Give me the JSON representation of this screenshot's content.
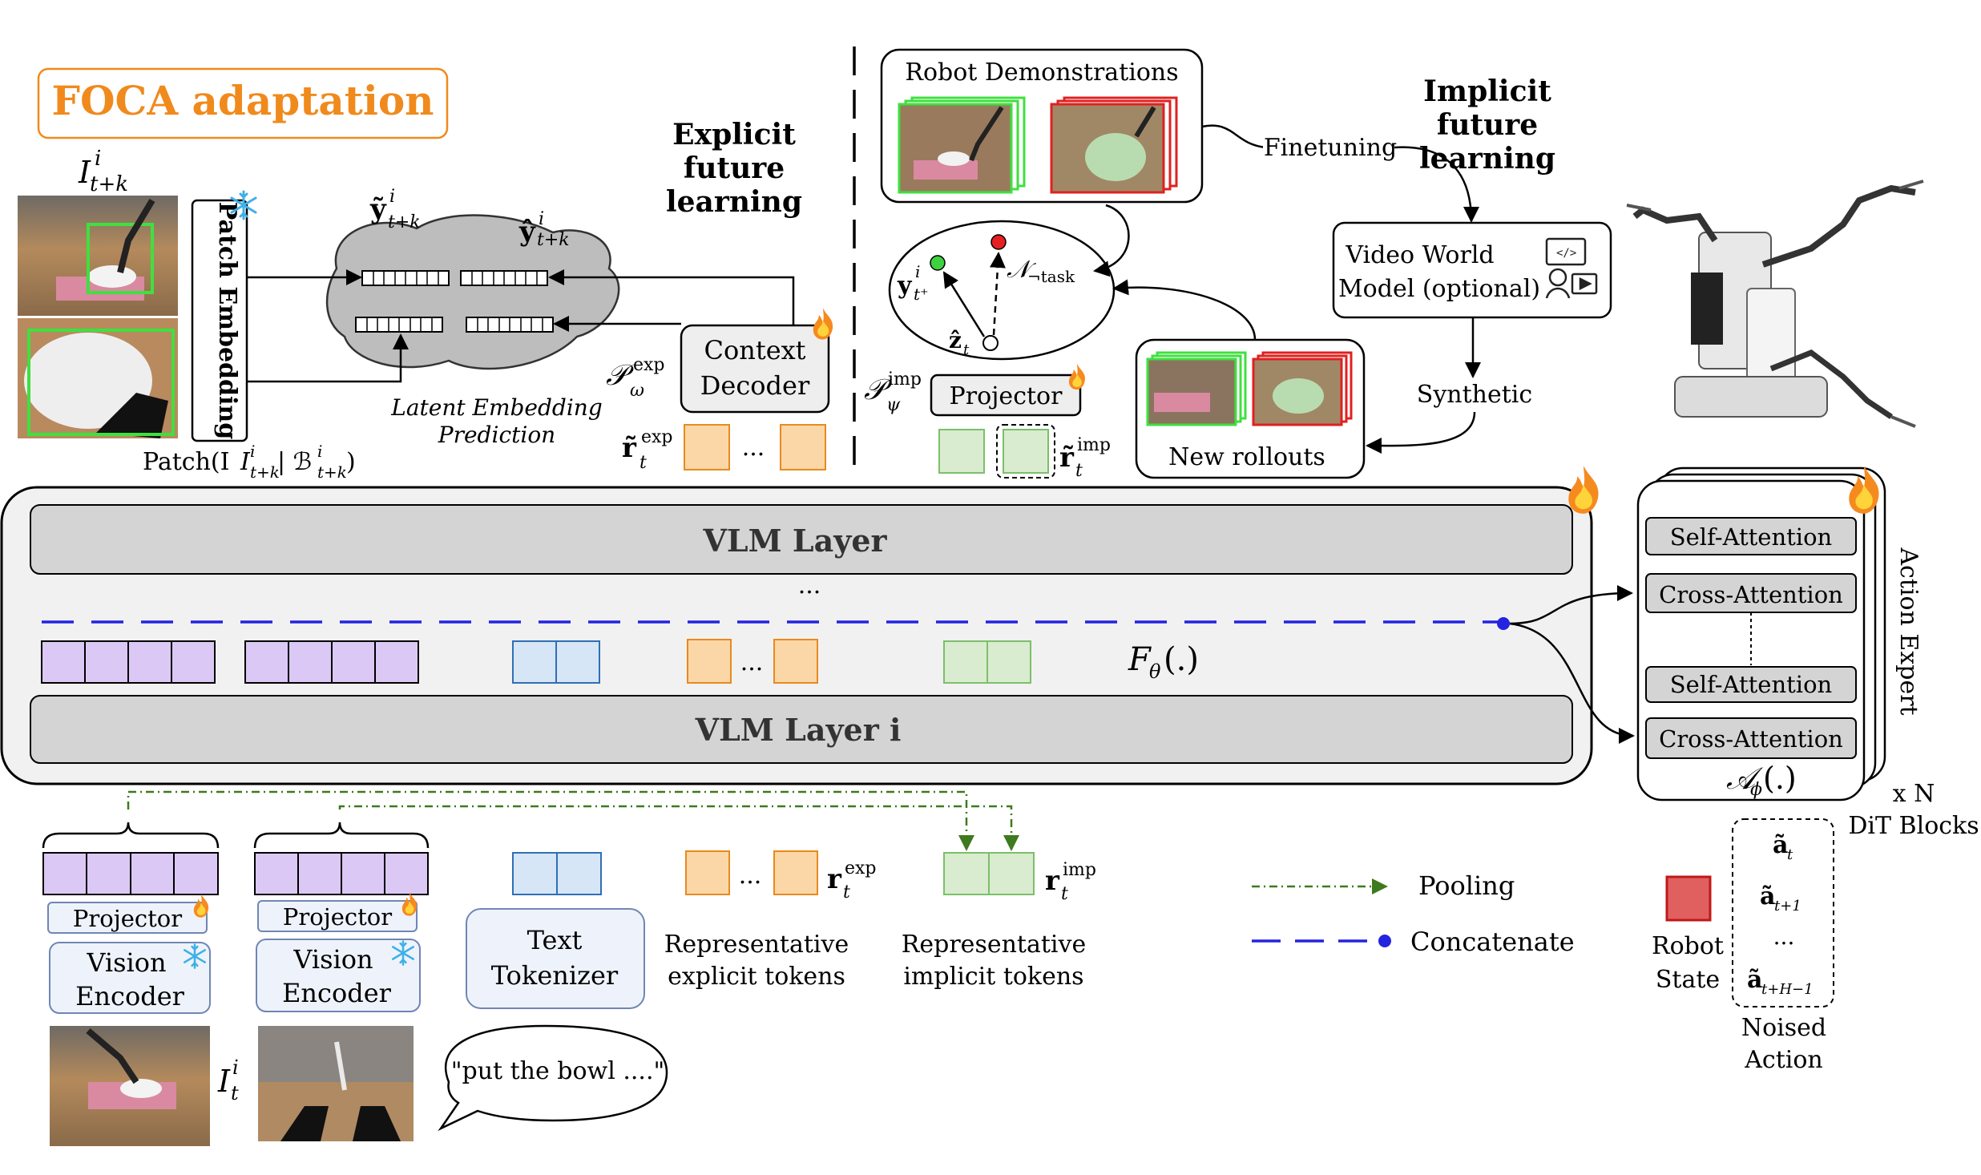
{
  "labels": {
    "foca_title": "FOCA adaptation",
    "explicit_heading": [
      "Explicit",
      "future",
      "learning"
    ],
    "implicit_heading": [
      "Implicit",
      "future",
      "learning"
    ],
    "patch_embedding": "Patch Embedding",
    "i_tk": "I",
    "i_tk_sub": "t+k",
    "i_tk_sup": "i",
    "patch_caption": "Patch(I",
    "patch_caption_rest": " | ℬ",
    "y_tilde": "ỹ",
    "y_hat": "ŷ",
    "yt_sub": "t+k",
    "yt_sup": "i",
    "latent_caption": [
      "Latent Embedding",
      "Prediction"
    ],
    "context_decoder": [
      "Context",
      "Decoder"
    ],
    "p_exp": "𝒫",
    "p_exp_sub": "ω",
    "p_exp_sup": "exp",
    "r_exp_tilde": "r̃",
    "r_sub": "t",
    "r_exp_sup": "exp",
    "r_imp_sup": "imp",
    "robot_demos": "Robot Demonstrations",
    "finetuning": "Finetuning",
    "video_world_model": [
      "Video World",
      "Model (optional)"
    ],
    "synthetic": "Synthetic",
    "new_rollouts": "New rollouts",
    "projector": "Projector",
    "p_imp_sub": "ψ",
    "p_imp_sup": "imp",
    "y_t_plus": "y",
    "y_t_plus_sup": "i",
    "y_t_plus_sub": "t⁺",
    "n_task": "𝒩",
    "n_task_sub": "¬task",
    "z_hat": "ẑ",
    "z_sub": "t",
    "vlm_layer": "VLM Layer",
    "vlm_layer_i": "VLM Layer i",
    "ellipsis": "...",
    "f_theta": "F",
    "f_theta_sub": "θ",
    "f_theta_rest": "(.)",
    "self_attention": "Self-Attention",
    "cross_attention": "Cross-Attention",
    "action_expert": "Action Expert",
    "a_phi": "𝒜",
    "a_phi_sub": "ϕ",
    "a_phi_rest": "(.)",
    "xn": "x N",
    "dit_blocks": "DiT Blocks",
    "vision_encoder": [
      "Vision",
      "Encoder"
    ],
    "text_tokenizer": [
      "Text",
      "Tokenizer"
    ],
    "it": "I",
    "it_sub": "t",
    "it_sup": "i",
    "instruction": "\"put the bowl ....\"",
    "rep_explicit": [
      "Representative",
      "explicit tokens"
    ],
    "rep_implicit": [
      "Representative",
      "implicit tokens"
    ],
    "r_plain": "r",
    "pooling": "Pooling",
    "concatenate": "Concatenate",
    "robot_state": [
      "Robot",
      "State"
    ],
    "noised_action": [
      "Noised",
      "Action"
    ],
    "a_tilde": "ã",
    "a_subs": [
      "t",
      "t+1",
      "t+H−1"
    ]
  },
  "colors": {
    "orange": "#f08a1c",
    "purple": "#dcc8f5",
    "purple_edge": "#7a3fbf",
    "blue": "#d6e6f7",
    "blue_edge": "#2f6fb5",
    "tok_orange": "#fbd7a8",
    "tok_orange_edge": "#e88a1e",
    "green": "#d9ecd0",
    "green_edge": "#7cbf6a",
    "concat_blue": "#2323e0",
    "pool_green": "#3e7a1e",
    "gray": "#d4d4d4",
    "panel": "#f1f1f1",
    "red_state": "#e06060"
  },
  "icons": [
    "snowflake-icon",
    "fire-icon",
    "robot-icon",
    "world-model-icon"
  ]
}
